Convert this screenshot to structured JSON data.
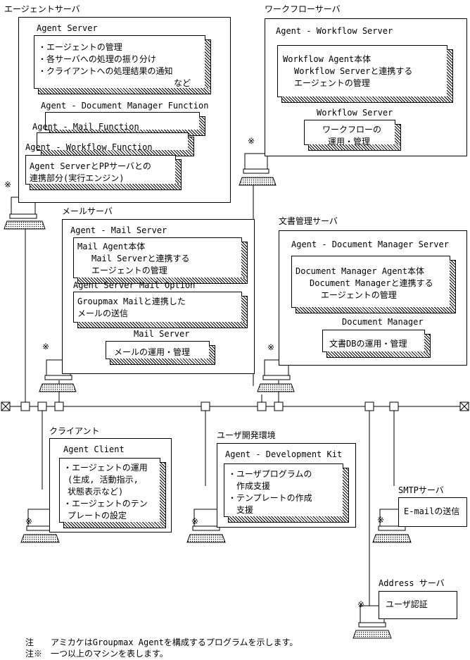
{
  "agent_server": {
    "title": "エージェントサーバ",
    "agent_server_label": "Agent Server",
    "agent_server_lines": [
      "・エージェントの管理",
      "・各サーバへの処理の振り分け",
      "・クライアントへの処理結果の通知",
      "など"
    ],
    "docmgr_function": "Agent - Document Manager Function",
    "mail_function": "Agent - Mail Function",
    "workflow_function": "Agent - Workflow Function",
    "engine_lines": [
      "Agent ServerとPPサーバとの",
      "連携部分(実行エンジン)"
    ]
  },
  "workflow_server": {
    "title": "ワークフローサーバ",
    "label": "Agent - Workflow Server",
    "agent_lines": [
      "Workflow Agent本体",
      "Workflow Serverと連携する",
      "エージェントの管理"
    ],
    "server_label": "Workflow Server",
    "server_lines": [
      "ワークフローの",
      "運用・管理"
    ]
  },
  "mail_server": {
    "title": "メールサーバ",
    "label": "Agent - Mail Server",
    "agent_lines": [
      "Mail Agent本体",
      "Mail Serverと連携する",
      "エージェントの管理"
    ],
    "option_label": "Agent Server Mail Option",
    "option_lines": [
      "Groupmax Mailと連携した",
      "メールの送信"
    ],
    "server_label": "Mail Server",
    "server_text": "メールの運用・管理"
  },
  "docmgr_server": {
    "title": "文書管理サーバ",
    "label": "Agent - Document Manager Server",
    "agent_lines": [
      "Document Manager Agent本体",
      "Document Managerと連携する",
      "エージェントの管理"
    ],
    "server_label": "Document Manager",
    "server_text": "文書DBの運用・管理"
  },
  "client": {
    "title": "クライアント",
    "label": "Agent Client",
    "lines": [
      "・エージェントの運用",
      "(生成, 活動指示,",
      "状態表示など)",
      "・エージェントのテン",
      "プレートの設定"
    ]
  },
  "devkit": {
    "title": "ユーザ開発環境",
    "label": "Agent - Development Kit",
    "lines": [
      "・ユーザプログラムの",
      "作成支援",
      "・テンプレートの作成",
      "支援"
    ]
  },
  "smtp": {
    "title": "SMTPサーバ",
    "text": "E-mailの送信"
  },
  "address": {
    "title": "Address サーバ",
    "text": "ユーザ認証"
  },
  "machine_mark": "※",
  "notes": [
    {
      "label": "注",
      "text": "アミカケはGroupmax Agentを構成するプログラムを示します。"
    },
    {
      "label": "注※",
      "text": "一つ以上のマシンを表します。"
    }
  ]
}
